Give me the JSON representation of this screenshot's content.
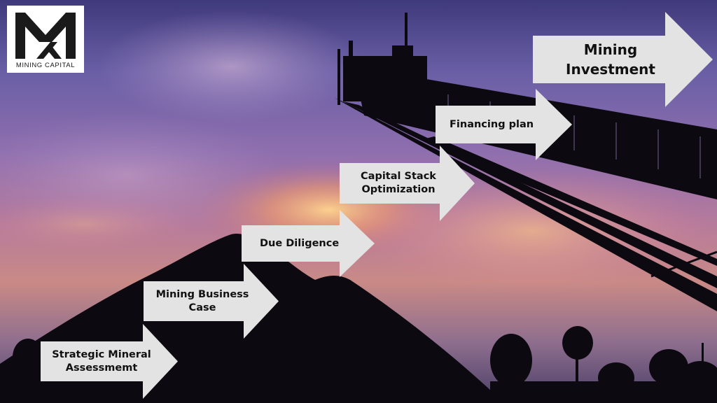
{
  "logo": {
    "text": "MINING CAPITAL",
    "icon": "mx-monogram-logo"
  },
  "steps": [
    {
      "label": "Strategic Mineral Assessmemt"
    },
    {
      "label": "Mining Business Case"
    },
    {
      "label": "Due Diligence"
    },
    {
      "label": "Capital Stack Optimization"
    },
    {
      "label": "Financing plan"
    },
    {
      "label": "Mining Investment"
    }
  ],
  "colors": {
    "arrow_fill": "#e3e3e3",
    "label_text": "#111111",
    "sky_top": "#5a5497",
    "sky_glow": "#f3b273",
    "silhouette": "#0c0a10"
  }
}
